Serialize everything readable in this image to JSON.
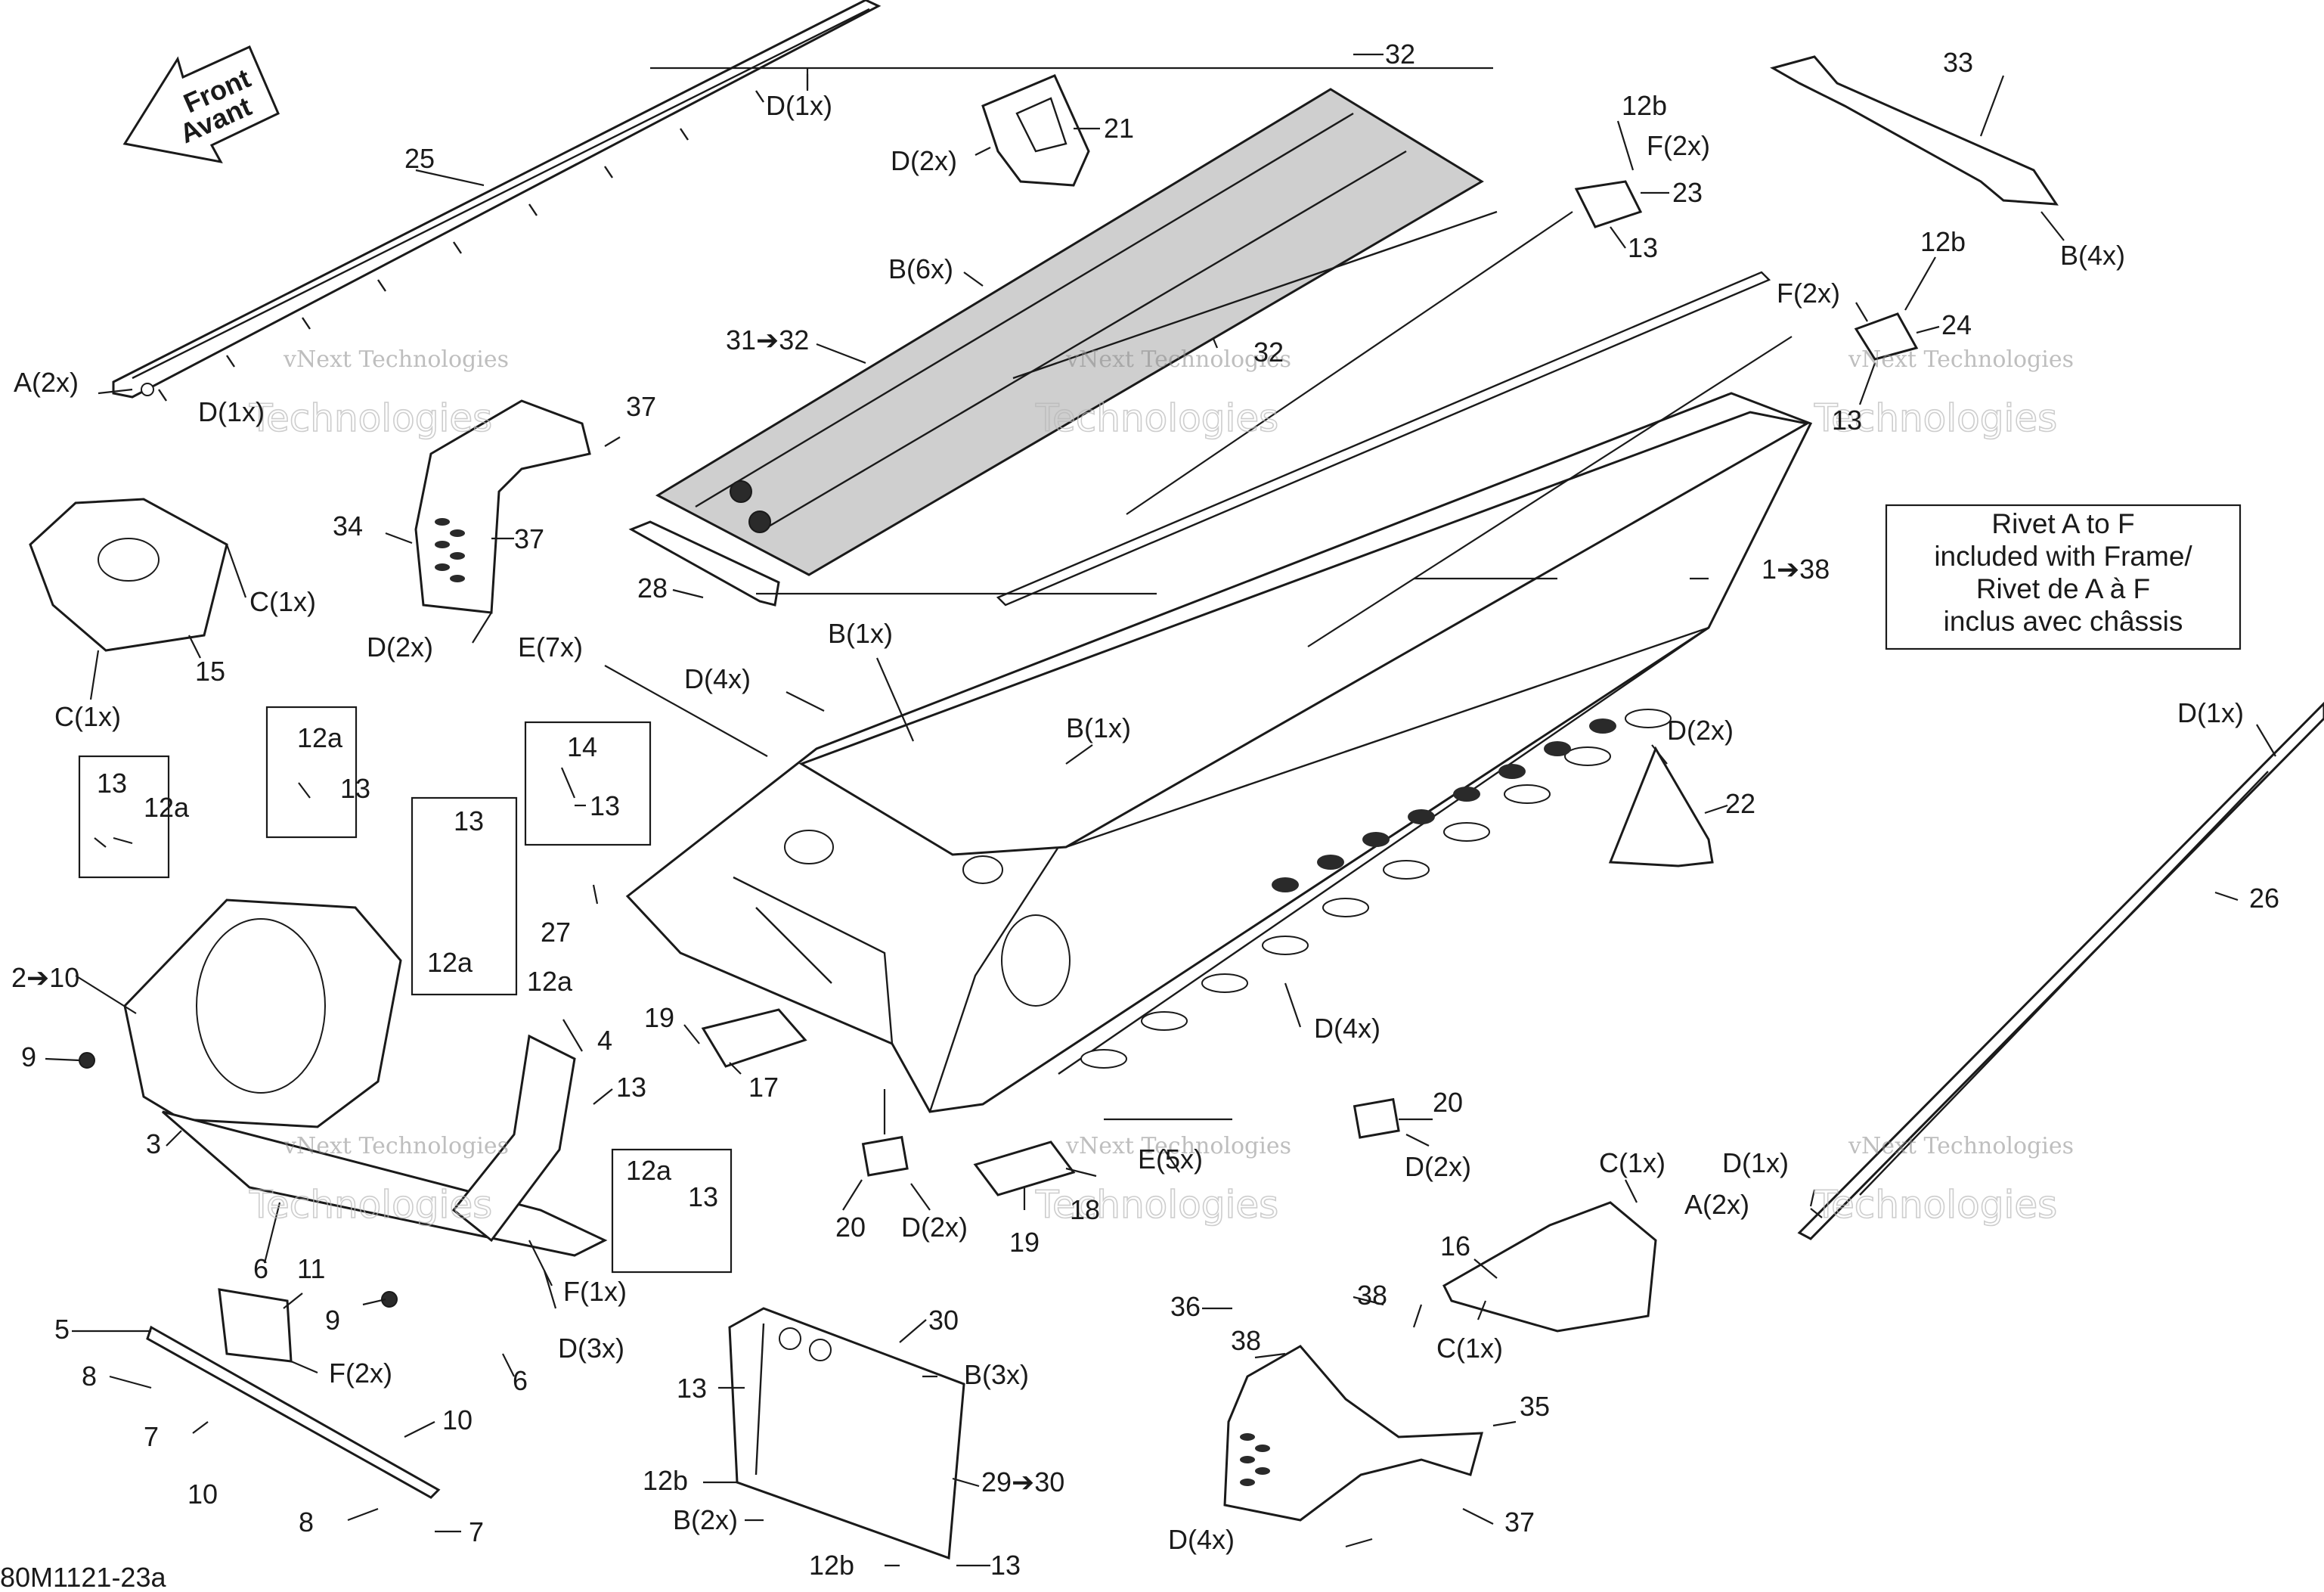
{
  "arrow_label": [
    "Front",
    "Avant"
  ],
  "note": [
    "Rivet A to F",
    "included with Frame/",
    "Rivet de A à F",
    "inclus avec châssis"
  ],
  "figure_code": "80M1121-23a",
  "watermark": [
    "vNext Technologies",
    "Technologies"
  ],
  "callouts": {
    "c1": "D(1x)",
    "c2": "32",
    "c3": "21",
    "c4": "D(2x)",
    "c5": "25",
    "c6": "12b",
    "c7": "F(2x)",
    "c8": "23",
    "c9": "13",
    "c10": "33",
    "c11": "B(4x)",
    "c12": "12b",
    "c13": "F(2x)",
    "c14": "24",
    "c15": "13",
    "c16": "B(6x)",
    "c17": "31➔32",
    "c18": "32",
    "c19": "A(2x)",
    "c20": "D(1x)",
    "c21": "37",
    "c22": "37",
    "c23": "34",
    "c24": "28",
    "c25": "C(1x)",
    "c26": "15",
    "c27": "C(1x)",
    "c28": "D(2x)",
    "c29": "1➔38",
    "c30": "E(7x)",
    "c31": "B(1x)",
    "c32": "D(4x)",
    "c33": "B(1x)",
    "c34": "D(1x)",
    "c35": "D(2x)",
    "c36": "22",
    "c37": "26",
    "c38": "14",
    "c39": "13",
    "c40": "12a",
    "c41": "13",
    "c42": "13",
    "c43": "12a",
    "c44": "13",
    "c45": "12a",
    "c46": "27",
    "c47": "2➔10",
    "c48": "12a",
    "c49": "9",
    "c50": "4",
    "c51": "13",
    "c52": "19",
    "c53": "17",
    "c54": "D(4x)",
    "c55": "20",
    "c56": "D(2x)",
    "c57": "3",
    "c58": "12a",
    "c59": "13",
    "c60": "20",
    "c61": "D(2x)",
    "c62": "19",
    "c63": "18",
    "c64": "E(5x)",
    "c65": "C(1x)",
    "c66": "D(1x)",
    "c67": "A(2x)",
    "c68": "16",
    "c69": "C(1x)",
    "c70": "6",
    "c71": "11",
    "c72": "F(1x)",
    "c73": "9",
    "c74": "5",
    "c75": "D(3x)",
    "c76": "F(2x)",
    "c77": "6",
    "c78": "8",
    "c79": "30",
    "c80": "38",
    "c81": "36",
    "c82": "13",
    "c83": "B(3x)",
    "c84": "38",
    "c85": "7",
    "c86": "10",
    "c87": "10",
    "c88": "35",
    "c89": "12b",
    "c90": "29➔30",
    "c91": "8",
    "c92": "7",
    "c93": "B(2x)",
    "c94": "37",
    "c95": "D(4x)",
    "c96": "12b",
    "c97": "13"
  }
}
